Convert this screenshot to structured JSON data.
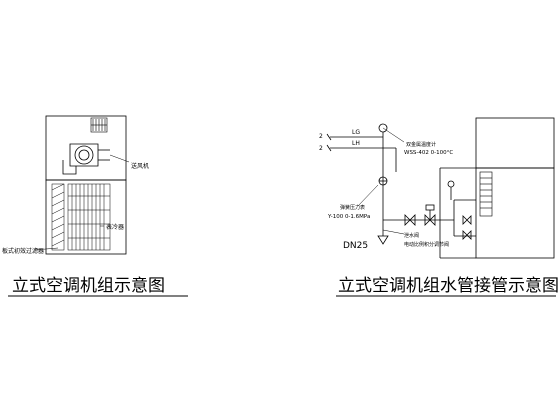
{
  "left_diagram": {
    "title": "立式空调机组示意图",
    "labels": {
      "fan": "送风机",
      "filter": "板式初效过滤器",
      "coil": "表冷器"
    }
  },
  "right_diagram": {
    "title": "立式空调机组水管接管示意图",
    "labels": {
      "supply_line": "LG",
      "return_line": "LH",
      "supply_num": "2",
      "return_num": "2",
      "thermometer": "双金属温度计",
      "thermometer_spec": "WSS-402 0-100°C",
      "pressure_gauge": "弹簧压力表",
      "pressure_spec": "Y-100 0-1.6MPa",
      "drain_size": "DN25",
      "drain_valve": "泄水阀",
      "regulating_valve": "电动比例积分调节阀"
    }
  }
}
